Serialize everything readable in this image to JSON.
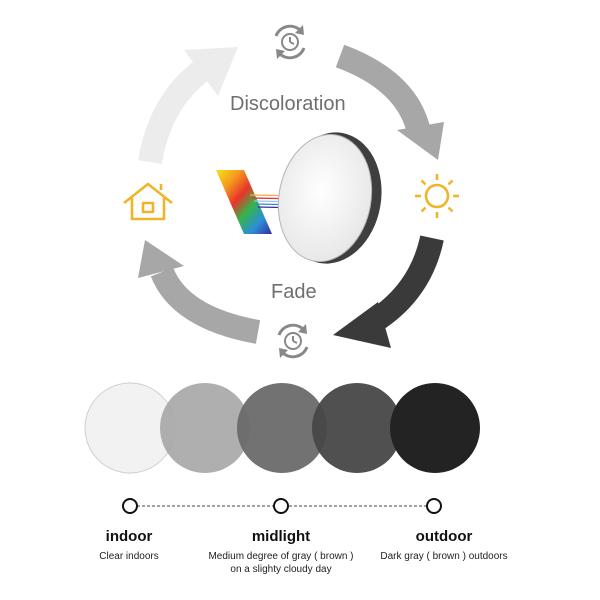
{
  "cycle": {
    "top_label": "Discoloration",
    "bottom_label": "Fade"
  },
  "icons": {
    "top": "clock-refresh-icon",
    "bottom": "clock-refresh-icon",
    "right": "sun-icon",
    "left": "house-icon",
    "center_prism": "uv-prism-icon",
    "center_lens": "lens-icon"
  },
  "colors": {
    "arrow_light": "#ececec",
    "arrow_mid": "#a7a7a7",
    "arrow_dark": "#3a3a3a",
    "icon_yellow": "#f0b428",
    "icon_gray": "#888888",
    "label_gray": "#6f6f6f",
    "lens_indoor": "#f2f2f2",
    "lens_2": "#a8a8a8",
    "lens_3": "#6a6a6a",
    "lens_4": "#474747",
    "lens_5": "#232323"
  },
  "stages": [
    {
      "title": "indoor",
      "desc_line1": "Clear indoors",
      "desc_line2": ""
    },
    {
      "title": "midlight",
      "desc_line1": "Medium degree of gray ( brown )",
      "desc_line2": "on a slighty cloudy day"
    },
    {
      "title": "outdoor",
      "desc_line1": "Dark gray ( brown ) outdoors",
      "desc_line2": ""
    }
  ]
}
